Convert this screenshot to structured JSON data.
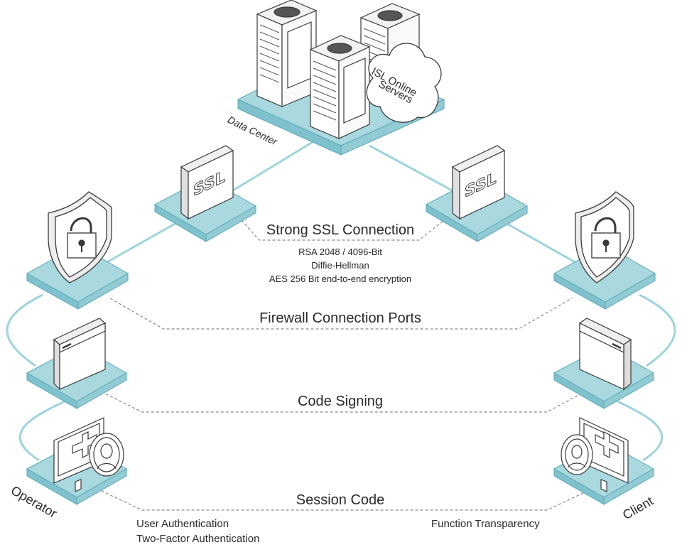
{
  "colors": {
    "platform": "#a9d8df",
    "platform_side": "#7fc1cc",
    "platform_edge": "#5aa9b6",
    "link": "#9ed4dc",
    "dashed": "#8a8a8a",
    "outline": "#3a3a3a"
  },
  "icons": {
    "server": "server-rack-icon",
    "cloud": "cloud-icon",
    "ssl": "ssl-certificate-icon",
    "firewall": "shield-lock-icon",
    "code_signing": "application-window-icon",
    "operator": "monitor-operator-icon",
    "client": "monitor-client-icon"
  },
  "nodes": {
    "data_center": "Data Center",
    "cloud_line1": "ISL Online",
    "cloud_line2": "Servers",
    "operator": "Operator",
    "client": "Client"
  },
  "layers": {
    "ssl": {
      "title": "Strong SSL Connection",
      "details": [
        "RSA 2048 / 4096-Bit",
        "Diffie-Hellman",
        "AES 256 Bit end-to-end encryption"
      ]
    },
    "firewall": {
      "title": "Firewall Connection Ports"
    },
    "code_signing": {
      "title": "Code Signing"
    },
    "session": {
      "title": "Session Code",
      "operator_notes": [
        "User Authentication",
        "Two-Factor Authentication"
      ],
      "client_notes": [
        "Function Transparency"
      ]
    }
  }
}
